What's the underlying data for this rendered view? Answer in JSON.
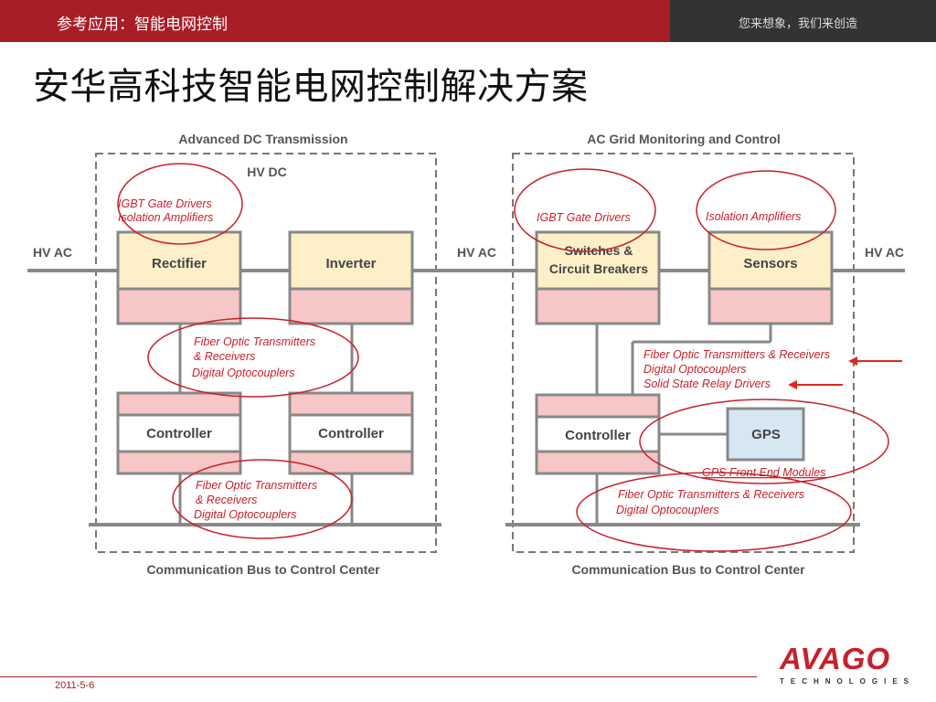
{
  "header": {
    "section_title": "参考应用：智能电网控制",
    "slogan": "您来想象，我们来创造"
  },
  "title": "安华高科技智能电网控制解决方案",
  "diagram": {
    "left_panel": {
      "title": "Advanced DC Transmission",
      "subtitle": "HV DC",
      "bus_label": "Communication Bus to Control Center",
      "input_label": "HV AC",
      "blocks": {
        "rectifier": "Rectifier",
        "inverter": "Inverter",
        "controller_1": "Controller",
        "controller_2": "Controller"
      },
      "callouts": {
        "top": [
          "IGBT Gate Drivers",
          "Isolation Amplifiers"
        ],
        "middle": [
          "Fiber Optic Transmitters",
          "& Receivers",
          "Digital Optocouplers"
        ],
        "bottom": [
          "Fiber Optic Transmitters",
          "& Receivers",
          "Digital Optocouplers"
        ]
      }
    },
    "middle_label": "HV AC",
    "right_panel": {
      "title": "AC Grid Monitoring and Control",
      "bus_label": "Communication Bus to Control Center",
      "output_label": "HV AC",
      "blocks": {
        "switches": [
          "Switches &",
          "Circuit Breakers"
        ],
        "sensors": "Sensors",
        "controller": "Controller",
        "gps": "GPS"
      },
      "callouts": {
        "igbt": "IGBT Gate Drivers",
        "isolation": "Isolation Amplifiers",
        "fiber": [
          "Fiber Optic Transmitters & Receivers",
          "Digital Optocouplers",
          "Solid State Relay Drivers"
        ],
        "gps_front_end": "GPS Front End Modules",
        "bottom": [
          "Fiber Optic Transmitters & Receivers",
          "Digital Optocouplers"
        ]
      }
    }
  },
  "footer": {
    "date": "2011-5-6",
    "logo": "AVAGO",
    "logo_sub": "TECHNOLOGIES"
  },
  "colors": {
    "header_red": "#a81e27",
    "header_dark": "#333333",
    "block_yellow": "#fdefc8",
    "block_pink": "#f7c6c6",
    "gps_blue": "#d6e7f2",
    "callout_red": "#c8202b"
  }
}
